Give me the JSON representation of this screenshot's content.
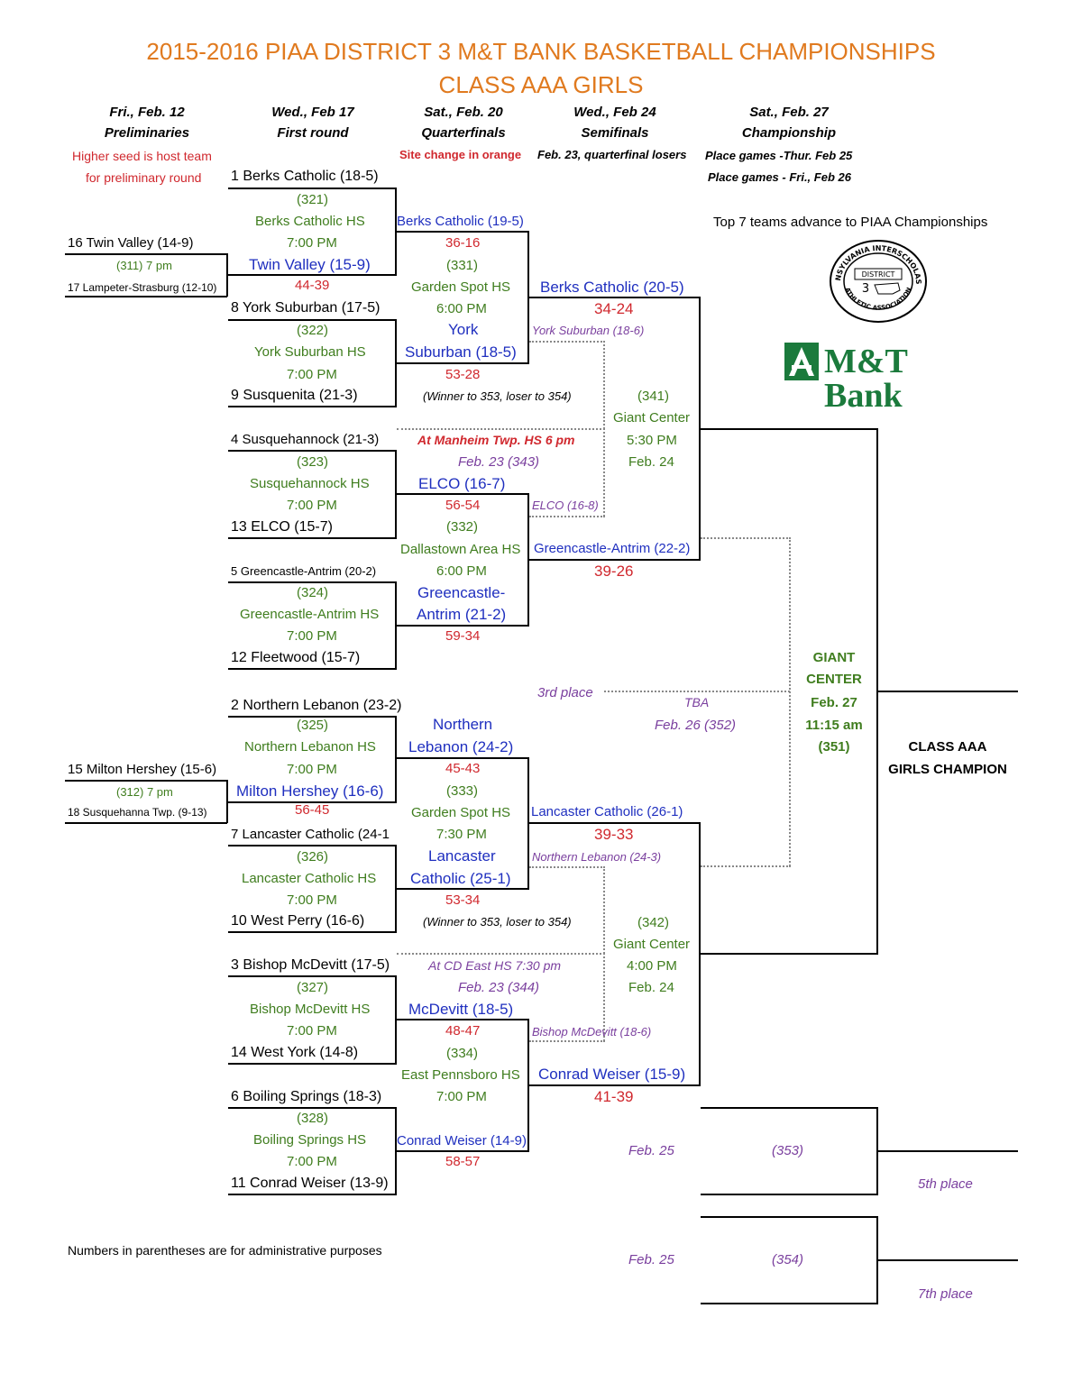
{
  "title": {
    "line1": "2015-2016 PIAA DISTRICT 3 M&T BANK BASKETBALL CHAMPIONSHIPS",
    "line2": "CLASS AAA GIRLS"
  },
  "headers": [
    {
      "date": "Fri., Feb. 12",
      "round": "Preliminaries"
    },
    {
      "date": "Wed., Feb 17",
      "round": "First round"
    },
    {
      "date": "Sat., Feb. 20",
      "round": "Quarterfinals"
    },
    {
      "date": "Wed., Feb 24",
      "round": "Semifinals"
    },
    {
      "date": "Sat., Feb. 27",
      "round": "Championship"
    }
  ],
  "notes": {
    "host_line1": "Higher seed is host team",
    "host_line2": "for preliminary round",
    "site_change": "Site change in orange",
    "qf_losers": "Feb. 23, quarterfinal losers",
    "place_games_1": "Place games -Thur. Feb 25",
    "place_games_2": "Place games - Fri., Feb 26",
    "advance": "Top 7 teams advance to PIAA Championships",
    "admin": "Numbers in parentheses are for administrative purposes"
  },
  "logos": {
    "piaa_top": "PENNSYLVANIA INTERSCHOLASTIC",
    "piaa_bottom": "ATHLETIC ASSOCIATION",
    "piaa_district": "DISTRICT",
    "piaa_number": "3",
    "bank_name": "M&T Bank",
    "bank_color": "#1b7a3c"
  },
  "prelims": {
    "g311": {
      "top": "16 Twin Valley (14-9)",
      "info": "(311)  7 pm",
      "bottom": "17 Lampeter-Strasburg (12-10)"
    },
    "g312": {
      "top": "15 Milton Hershey (15-6)",
      "info": "(312)  7 pm",
      "bottom": "18 Susquehanna Twp. (9-13)"
    }
  },
  "first_round": [
    {
      "top": "1 Berks Catholic (18-5)",
      "game": "(321)",
      "site": "Berks Catholic HS",
      "time": "7:00 PM",
      "winner": "Twin Valley (15-9)",
      "score": "44-39",
      "bottom": ""
    },
    {
      "top": "8 York Suburban (17-5)",
      "game": "(322)",
      "site": "York Suburban HS",
      "time": "7:00 PM",
      "bottom": "9 Susquenita (21-3)"
    },
    {
      "top": "4 Susquehannock (21-3)",
      "game": "(323)",
      "site": "Susquehannock HS",
      "time": "7:00 PM",
      "bottom": "13 ELCO (15-7)"
    },
    {
      "top": "5 Greencastle-Antrim (20-2)",
      "game": "(324)",
      "site": "Greencastle-Antrim HS",
      "time": "7:00 PM",
      "bottom": "12 Fleetwood (15-7)"
    },
    {
      "top": "2 Northern Lebanon (23-2)",
      "game": "(325)",
      "site": "Northern Lebanon HS",
      "time": "7:00 PM",
      "winner": "Milton Hershey (16-6)",
      "score": "56-45"
    },
    {
      "top": "7 Lancaster Catholic (24-1",
      "game": "(326)",
      "site": "Lancaster Catholic HS",
      "time": "7:00 PM",
      "bottom": "10 West Perry (16-6)"
    },
    {
      "top": "3 Bishop McDevitt (17-5)",
      "game": "(327)",
      "site": "Bishop McDevitt HS",
      "time": "7:00 PM",
      "bottom": "14 West York (14-8)"
    },
    {
      "top": "6 Boiling Springs (18-3)",
      "game": "(328)",
      "site": "Boiling Springs HS",
      "time": "7:00 PM",
      "bottom": "11 Conrad Weiser (13-9)"
    }
  ],
  "quarterfinals": {
    "q1_winner": "Berks Catholic (19-5)",
    "q1_score": "36-16",
    "q331": "(331)",
    "q331_site": "Garden Spot HS",
    "q331_time": "6:00 PM",
    "q2_winner_a": "York",
    "q2_winner_b": "Suburban (18-5)",
    "q2_score": "53-28",
    "winner_note_1": "(Winner to 353, loser to 354)",
    "manheim": "At Manheim Twp. HS 6 pm",
    "manheim_date": "Feb. 23 (343)",
    "q3_winner": "ELCO (16-7)",
    "q3_score": "56-54",
    "q332": "(332)",
    "q332_site": "Dallastown Area HS",
    "q332_time": "6:00 PM",
    "q4_winner_a": "Greencastle-",
    "q4_winner_b": "Antrim (21-2)",
    "q4_score": "59-34",
    "q5_winner_a": "Northern",
    "q5_winner_b": "Lebanon (24-2)",
    "q5_score": "45-43",
    "q333": "(333)",
    "q333_site": "Garden Spot HS",
    "q333_time": "7:30 PM",
    "q6_winner_a": "Lancaster",
    "q6_winner_b": "Catholic (25-1)",
    "q6_score": "53-34",
    "winner_note_2": "(Winner to 353, loser to 354)",
    "cdeast": "At CD East HS  7:30 pm",
    "cdeast_date": "Feb. 23 (344)",
    "q7_winner": "McDevitt (18-5)",
    "q7_score": "48-47",
    "q334": "(334)",
    "q334_site": "East Pennsboro HS",
    "q334_time": "7:00 PM",
    "q8_winner": "Conrad Weiser (14-9)",
    "q8_score": "58-57"
  },
  "semifinals": {
    "s1_winner": "Berks Catholic (20-5)",
    "s1_score": "34-24",
    "s1_loser_note": "York Suburban (18-6)",
    "s341": "(341)",
    "s341_site": "Giant Center",
    "s341_time": "5:30 PM",
    "s341_date": "Feb. 24",
    "elco_note": "ELCO (16-8)",
    "s2_winner": "Greencastle-Antrim (22-2)",
    "s2_score": "39-26",
    "third_place": "3rd place",
    "tba": "TBA",
    "tba_date": "Feb. 26 (352)",
    "s3_winner": "Lancaster Catholic (26-1)",
    "s3_score": "39-33",
    "nl_note": "Northern Lebanon (24-3)",
    "s342": "(342)",
    "s342_site": "Giant Center",
    "s342_time": "4:00 PM",
    "s342_date": "Feb. 24",
    "bm_note": "Bishop McDevitt (18-6)",
    "s4_winner": "Conrad Weiser (15-9)",
    "s4_score": "41-39"
  },
  "championship": {
    "site1": "GIANT",
    "site2": "CENTER",
    "date": "Feb. 27",
    "time": "11:15 am",
    "game": "(351)",
    "label1": "CLASS AAA",
    "label2": "GIRLS CHAMPION"
  },
  "place_games": {
    "g353_date": "Feb. 25",
    "g353": "(353)",
    "g353_label": "5th place",
    "g354_date": "Feb. 25",
    "g354": "(354)",
    "g354_label": "7th place"
  }
}
